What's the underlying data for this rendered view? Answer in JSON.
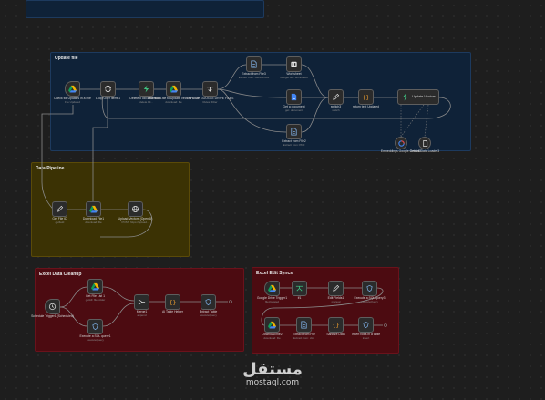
{
  "groups": {
    "update": "Update file",
    "pipeline": "Data Pipeline",
    "cleanup": "Excel Data Cleanup",
    "edit": "Excel Edit Syncs"
  },
  "nodes": {
    "check_updates": {
      "label": "Check for Updates in a File",
      "sub": "File Updated"
    },
    "loop_over": {
      "label": "Loop Over Items1",
      "sub": ""
    },
    "delete_old": {
      "label": "Delete o old data from...",
      "sub": "delete Fil..."
    },
    "download_update": {
      "label": "Download file to Update Vectors Store",
      "sub": "download: file"
    },
    "type_of_file": {
      "label": "TYPE OF GOOGLE DRIVE FILES",
      "sub": "Rules: Filter"
    },
    "extract_xlsx": {
      "label": "Extract from File3",
      "sub": "Extract from: Gsheet/xlsx"
    },
    "worksheet": {
      "label": "Worksheet",
      "sub": "Google doc Worksheet"
    },
    "get_document": {
      "label": "Get a document",
      "sub": "get: document"
    },
    "extract_file2": {
      "label": "Extract from File2",
      "sub": "Extract from: PDF"
    },
    "switch2": {
      "label": "switch3",
      "sub": "switch"
    },
    "return_json": {
      "label": "return text Updated",
      "sub": ""
    },
    "update_vectors": {
      "label": "Update Vectors",
      "sub": ""
    },
    "embeddings": {
      "label": "Embeddings Google Gemini3",
      "sub": ""
    },
    "default_loader": {
      "label": "Default Data Loader3",
      "sub": ""
    },
    "get_file_id": {
      "label": "Get File ID",
      "sub": "getfield"
    },
    "download_file1": {
      "label": "Download File1",
      "sub": "download: file"
    },
    "upload_vectors": {
      "label": "Upload Vectors (OpenAI)",
      "sub": "POST: https://upload..."
    },
    "schedule_trigger": {
      "label": "Schedule Trigger1 (Scheduled)",
      "sub": ""
    },
    "get_file_list": {
      "label": "Get File List 1",
      "sub": "getAll: fileFolder"
    },
    "execute_sql": {
      "label": "Execute a SQL query1",
      "sub": "executeQuery"
    },
    "merge": {
      "label": "Merge1",
      "sub": "append"
    },
    "ai_table": {
      "label": "AI Table Helper",
      "sub": ""
    },
    "extract_table": {
      "label": "Extract Table",
      "sub": "executeQuery"
    },
    "gdrive_trigger": {
      "label": "Google Drive Trigger1",
      "sub": "fileUpdated"
    },
    "if_node": {
      "label": "If1",
      "sub": ""
    },
    "edit_fields": {
      "label": "Edit Fields1",
      "sub": "manual"
    },
    "execute_sql2": {
      "label": "Execute a SQL query3",
      "sub": "executeQuery"
    },
    "download_file2": {
      "label": "Download file2",
      "sub": "download: file"
    },
    "extract_file": {
      "label": "Extract from File",
      "sub": "Extract from: xlsx"
    },
    "sanitize": {
      "label": "Sanitize Data",
      "sub": ""
    },
    "insert_rows": {
      "label": "Insert rows in a table",
      "sub": "insert"
    }
  },
  "icons": {
    "gdrive": "google-drive-icon",
    "loop": "loop-icon",
    "bolt": "lightning-icon",
    "switch": "switch-icon",
    "file": "file-icon",
    "pen": "pencil-icon",
    "braces": "code-braces-icon",
    "globe": "globe-icon",
    "clock": "clock-icon",
    "merge": "merge-icon",
    "db": "database-icon",
    "gemini": "gemini-icon",
    "filter": "filter-icon"
  },
  "colors": {
    "group_blue": "#0f2238",
    "group_yellow": "#3b3204",
    "group_red": "#4c0b11",
    "wire": "#8a8a8a",
    "accent_green": "#3fbf7f"
  },
  "watermark": {
    "arabic": "مستقل",
    "latin": "mostaql.com"
  }
}
